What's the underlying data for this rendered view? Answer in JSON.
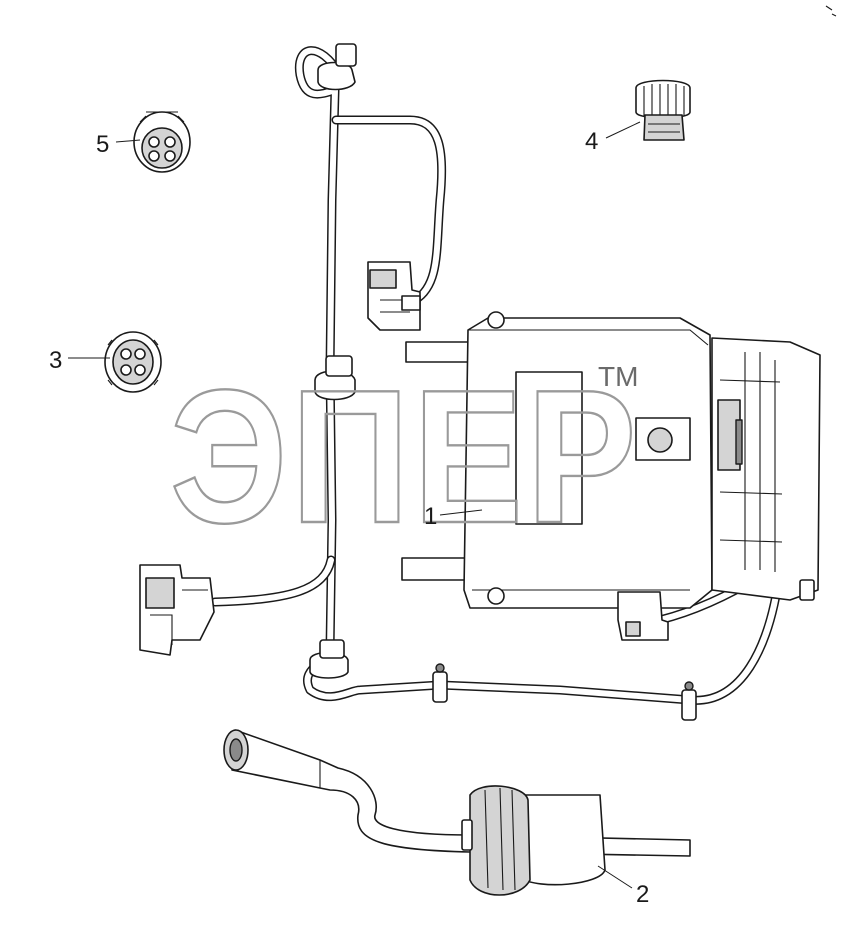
{
  "watermark": {
    "text": "ЭПЕР",
    "trademark": "TM"
  },
  "callouts": [
    {
      "id": "ecu",
      "label": "1"
    },
    {
      "id": "shifter",
      "label": "2"
    },
    {
      "id": "connector-3",
      "label": "3"
    },
    {
      "id": "connector-4",
      "label": "4"
    },
    {
      "id": "connector-5",
      "label": "5"
    }
  ]
}
